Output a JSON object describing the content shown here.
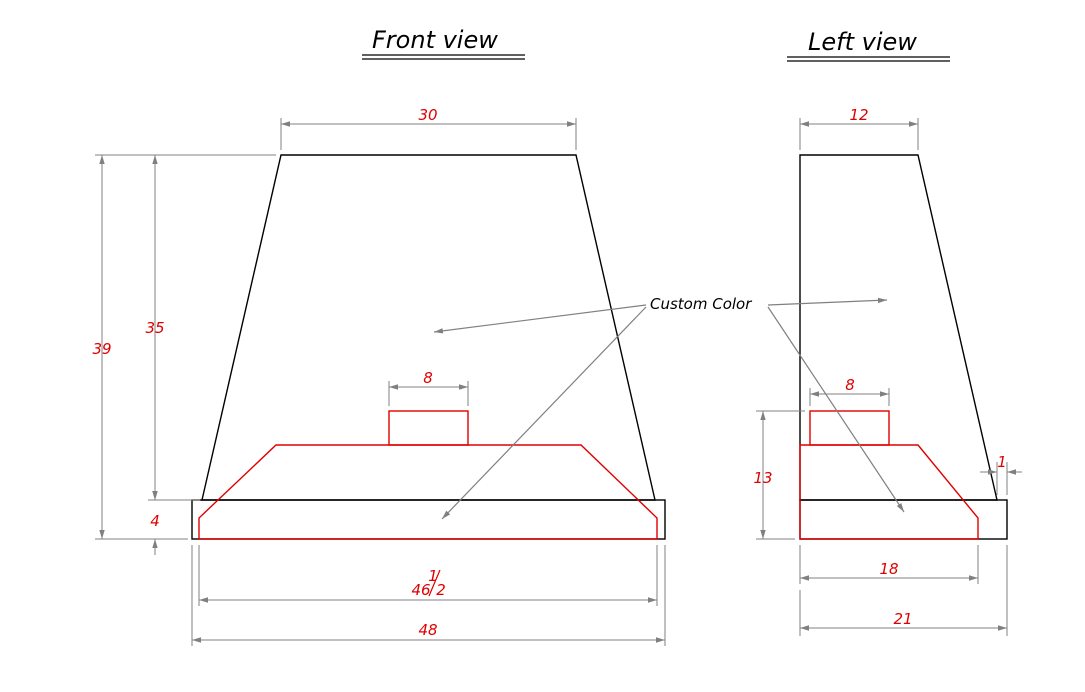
{
  "titles": {
    "front": "Front view",
    "left": "Left view"
  },
  "callout": "Custom Color",
  "front_dims": {
    "top_width": "30",
    "total_height": "39",
    "body_height": "35",
    "base_height": "4",
    "collar_width": "8",
    "liner_width_num": "1",
    "liner_width_main": "46",
    "liner_width_den": "2",
    "base_width": "48"
  },
  "left_dims": {
    "top_depth": "12",
    "collar_depth": "8",
    "liner_height": "13",
    "offset": "1",
    "liner_depth": "18",
    "base_depth": "21"
  },
  "colors": {
    "object": "#000000",
    "liner": "#e00000",
    "dimension": "#808080"
  }
}
